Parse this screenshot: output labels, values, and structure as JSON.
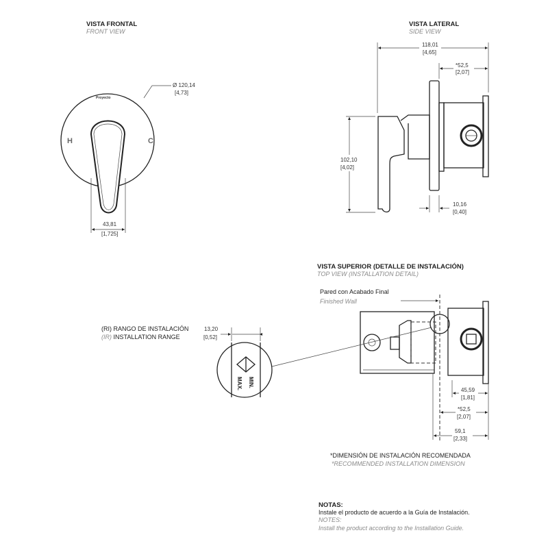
{
  "front_view": {
    "title": "VISTA FRONTAL",
    "subtitle": "FRONT VIEW",
    "brand": "Proyecto",
    "hot_label": "H",
    "cold_label": "C",
    "diameter": "Ø 120,14",
    "diameter_in": "[4,73]",
    "handle_width": "43,81",
    "handle_width_in": "[1,725]"
  },
  "side_view": {
    "title": "VISTA LATERAL",
    "subtitle": "SIDE VIEW",
    "overall_depth": "118,01",
    "overall_depth_in": "[4,65]",
    "install_depth": "*52,5",
    "install_depth_in": "[2,07]",
    "height": "102,10",
    "height_in": "[4,02]",
    "plate": "10,16",
    "plate_in": "[0,40]"
  },
  "top_view": {
    "title": "VISTA SUPERIOR (DETALLE DE INSTALACIÓN)",
    "subtitle": "TOP VIEW (INSTALLATION DETAIL)",
    "wall_label": "Pared con Acabado Final",
    "wall_label_en": "Finished Wall",
    "range_label_prefix": "(RI)",
    "range_label": " RANGO DE INSTALACIÓN",
    "range_label_en_prefix": "(IR)",
    "range_label_en": " INSTALLATION RANGE",
    "range": "13,20",
    "range_in": "[0,52]",
    "min_label": "MIN.",
    "max_label": "MAX.",
    "dim1": "45,59",
    "dim1_in": "[1,81]",
    "dim2": "*52,5",
    "dim2_in": "[2,07]",
    "dim3": "59,1",
    "dim3_in": "[2,33]"
  },
  "recommended": {
    "es": "*DIMENSIÓN DE INSTALACIÓN RECOMENDADA",
    "en": "*RECOMMENDED INSTALLATION DIMENSION"
  },
  "notes": {
    "title": "NOTAS:",
    "text": "Instale el producto de acuerdo a la Guía de Instalación.",
    "title_en": "NOTES:",
    "text_en": "Install the product according to the Installation Guide."
  }
}
